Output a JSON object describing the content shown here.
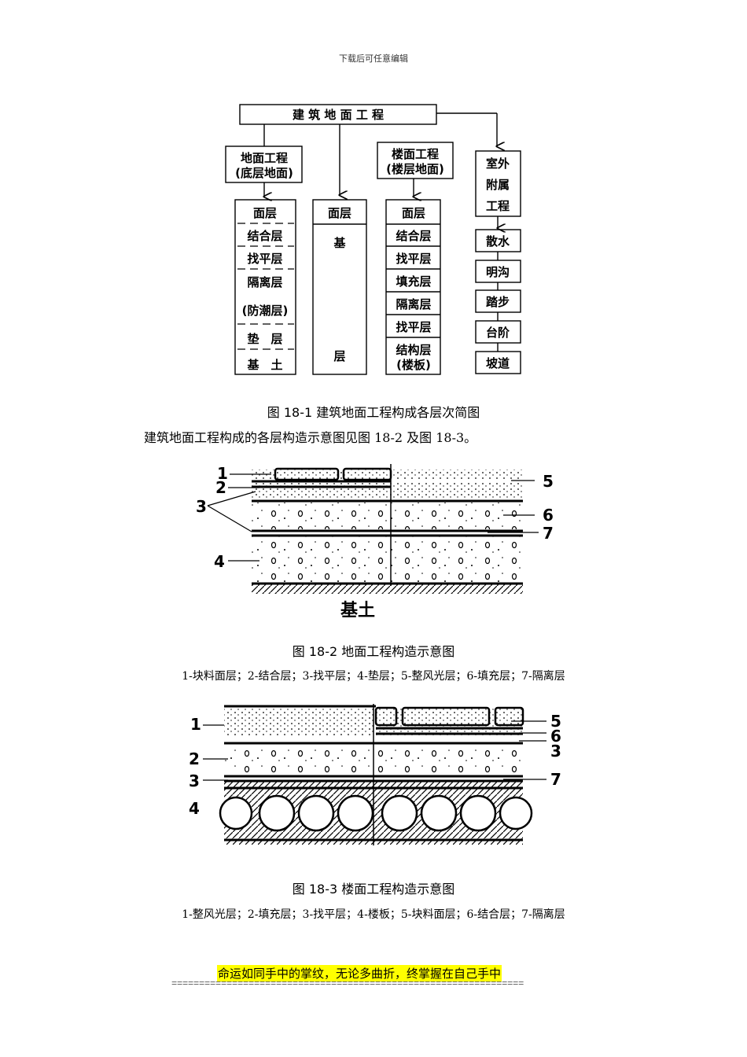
{
  "page_header": "下载后可任意编辑",
  "figure1": {
    "root": "建 筑 地 面 工 程",
    "ground": {
      "title1": "地面工程",
      "title2": "(底层地面)",
      "layers": [
        "面层",
        "结合层",
        "找平层",
        "隔离层",
        "(防潮层)",
        "垫　层",
        "基　土"
      ]
    },
    "base": {
      "top": "面层",
      "mid": "基",
      "bottom": "层"
    },
    "floor": {
      "title1": "楼面工程",
      "title2": "(楼层地面)",
      "layers": [
        "面层",
        "结合层",
        "找平层",
        "填充层",
        "隔离层",
        "找平层",
        "结构层",
        "(楼板)"
      ]
    },
    "outdoor": {
      "title": [
        "室外",
        "附属",
        "工程"
      ],
      "items": [
        "散水",
        "明沟",
        "踏步",
        "台阶",
        "坡道"
      ]
    },
    "caption": "图 18-1  建筑地面工程构成各层次简图"
  },
  "paragraph": "建筑地面工程构成的各层构造示意图见图 18-2 及图 18-3。",
  "figure2": {
    "labels": [
      "1",
      "2",
      "3",
      "4",
      "5",
      "6",
      "7"
    ],
    "base_label": "基土",
    "caption": "图 18-2  地面工程构造示意图",
    "legend": "1-块料面层；2-结合层；3-找平层；4-垫层；5-整风光层；6-填充层；7-隔离层"
  },
  "figure3": {
    "labels": [
      "1",
      "2",
      "3",
      "4",
      "5",
      "6",
      "3",
      "7"
    ],
    "caption": "图 18-3  楼面工程构造示意图",
    "legend": "1-整风光层；2-填充层；3-找平层；4-楼板；5-块料面层；6-结合层；7-隔离层"
  },
  "footer": {
    "quote": "命运如同手中的掌纹，无论多曲折，终掌握在自己手中",
    "rule": "================================================================"
  }
}
